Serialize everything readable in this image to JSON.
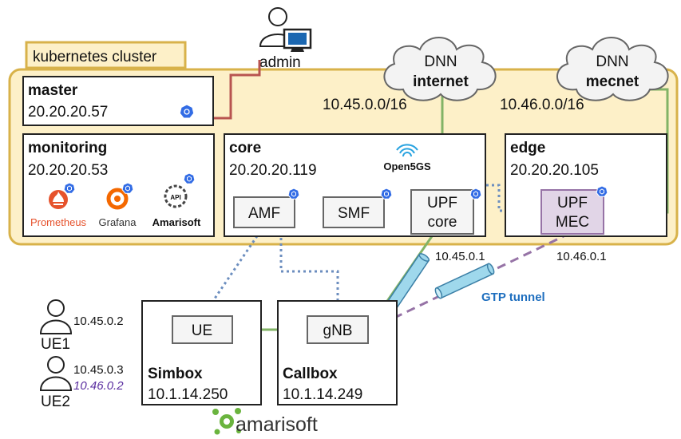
{
  "cluster": {
    "label": "kubernetes cluster"
  },
  "admin": {
    "label": "admin"
  },
  "dnn_internet": {
    "line1": "DNN",
    "line2": "internet"
  },
  "dnn_mecnet": {
    "line1": "DNN",
    "line2": "mecnet"
  },
  "subnets": {
    "internet": "10.45.0.0/16",
    "mecnet": "10.46.0.0/16"
  },
  "master": {
    "title": "master",
    "ip": "20.20.20.57"
  },
  "monitoring": {
    "title": "monitoring",
    "ip": "20.20.20.53",
    "prometheus": "Prometheus",
    "grafana": "Grafana",
    "amarisoft": "Amarisoft",
    "api": "API"
  },
  "core": {
    "title": "core",
    "ip": "20.20.20.119",
    "brand": "Open5GS",
    "amf": "AMF",
    "smf": "SMF",
    "upf_line1": "UPF",
    "upf_line2": "core"
  },
  "edge": {
    "title": "edge",
    "ip": "20.20.20.105",
    "upf_line1": "UPF",
    "upf_line2": "MEC"
  },
  "upf_ips": {
    "core": "10.45.0.1",
    "mec": "10.46.0.1"
  },
  "gtp": {
    "label": "GTP tunnel"
  },
  "simbox": {
    "title": "Simbox",
    "ip": "10.1.14.250",
    "ue": "UE"
  },
  "callbox": {
    "title": "Callbox",
    "ip": "10.1.14.249",
    "gnb": "gNB"
  },
  "ue1": {
    "name": "UE1",
    "ip": "10.45.0.2"
  },
  "ue2": {
    "name": "UE2",
    "ip": "10.45.0.3",
    "ip2": "10.46.0.2"
  },
  "vendor_logo": {
    "text": "amarisoft"
  },
  "colors": {
    "cluster_fill": "#fdf0c8",
    "cluster_border": "#d8b24a",
    "green": "#82b366",
    "dotted": "#6c8ebf",
    "admin_line": "#b85450",
    "gtp": "#9673a6",
    "tunnel": "#9fd8ec",
    "mec_fill": "#e1d5e7",
    "k8s_blue": "#326ce5",
    "gtp_label": "#1f6fbf",
    "ue2_ip2": "#5b2fa0",
    "prometheus": "#e6522c",
    "grafana": "#f46800",
    "amarisoft_green": "#6ab43e"
  }
}
